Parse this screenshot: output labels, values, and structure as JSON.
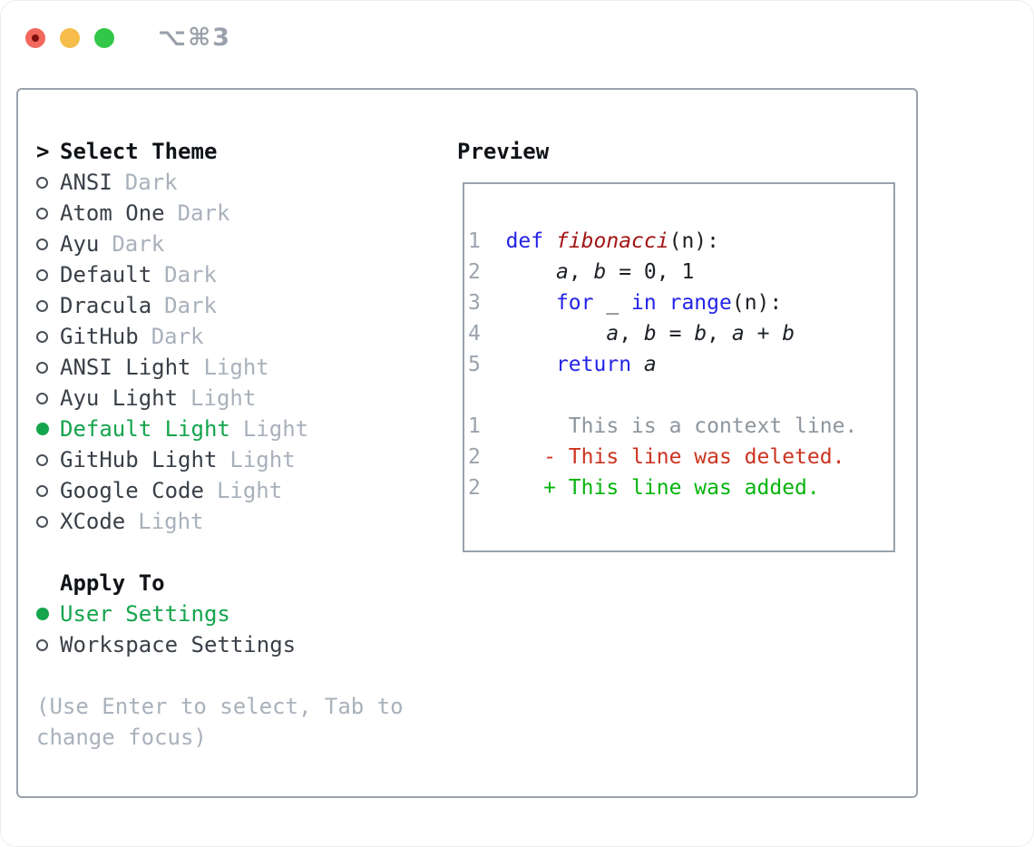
{
  "titlebar": {
    "shortcut": "⌥⌘3"
  },
  "panel": {
    "theme": {
      "cursor": ">",
      "header": "Select Theme",
      "items": [
        {
          "name": "ANSI",
          "tag": "Dark",
          "selected": false
        },
        {
          "name": "Atom One",
          "tag": "Dark",
          "selected": false
        },
        {
          "name": "Ayu",
          "tag": "Dark",
          "selected": false
        },
        {
          "name": "Default",
          "tag": "Dark",
          "selected": false
        },
        {
          "name": "Dracula",
          "tag": "Dark",
          "selected": false
        },
        {
          "name": "GitHub",
          "tag": "Dark",
          "selected": false
        },
        {
          "name": "ANSI Light",
          "tag": "Light",
          "selected": false
        },
        {
          "name": "Ayu Light",
          "tag": "Light",
          "selected": false
        },
        {
          "name": "Default Light",
          "tag": "Light",
          "selected": true
        },
        {
          "name": "GitHub Light",
          "tag": "Light",
          "selected": false
        },
        {
          "name": "Google Code",
          "tag": "Light",
          "selected": false
        },
        {
          "name": "XCode",
          "tag": "Light",
          "selected": false
        }
      ]
    },
    "apply_to": {
      "header": "Apply To",
      "items": [
        {
          "name": "User Settings",
          "selected": true
        },
        {
          "name": "Workspace Settings",
          "selected": false
        }
      ]
    },
    "hint_lines": [
      "(Use Enter to select, Tab to",
      "change focus)"
    ]
  },
  "preview": {
    "title": "Preview",
    "lines": [
      {
        "segments": [
          {
            "t": "1",
            "s": "ln"
          },
          {
            "t": "  ",
            "s": "pl"
          },
          {
            "t": "def",
            "s": "kw"
          },
          {
            "t": " ",
            "s": "pl"
          },
          {
            "t": "fibonacci",
            "s": "fn"
          },
          {
            "t": "(n):",
            "s": "pl"
          }
        ]
      },
      {
        "segments": [
          {
            "t": "2",
            "s": "ln"
          },
          {
            "t": "  ",
            "s": "pl"
          },
          {
            "t": "    ",
            "s": "pl"
          },
          {
            "t": "a",
            "s": "var"
          },
          {
            "t": ", ",
            "s": "pl"
          },
          {
            "t": "b",
            "s": "var"
          },
          {
            "t": " = 0, 1",
            "s": "pl"
          }
        ]
      },
      {
        "segments": [
          {
            "t": "3",
            "s": "ln"
          },
          {
            "t": "  ",
            "s": "pl"
          },
          {
            "t": "    ",
            "s": "pl"
          },
          {
            "t": "for",
            "s": "kw"
          },
          {
            "t": " _ ",
            "s": "pl"
          },
          {
            "t": "in",
            "s": "kw"
          },
          {
            "t": " ",
            "s": "pl"
          },
          {
            "t": "range",
            "s": "kw"
          },
          {
            "t": "(n):",
            "s": "pl"
          }
        ]
      },
      {
        "segments": [
          {
            "t": "4",
            "s": "ln"
          },
          {
            "t": "  ",
            "s": "pl"
          },
          {
            "t": "        ",
            "s": "pl"
          },
          {
            "t": "a",
            "s": "var"
          },
          {
            "t": ", ",
            "s": "pl"
          },
          {
            "t": "b",
            "s": "var"
          },
          {
            "t": " = ",
            "s": "pl"
          },
          {
            "t": "b",
            "s": "var"
          },
          {
            "t": ", ",
            "s": "pl"
          },
          {
            "t": "a",
            "s": "var"
          },
          {
            "t": " + ",
            "s": "pl"
          },
          {
            "t": "b",
            "s": "var"
          }
        ]
      },
      {
        "segments": [
          {
            "t": "5",
            "s": "ln"
          },
          {
            "t": "  ",
            "s": "pl"
          },
          {
            "t": "    ",
            "s": "pl"
          },
          {
            "t": "return",
            "s": "kw"
          },
          {
            "t": " ",
            "s": "pl"
          },
          {
            "t": "a",
            "s": "var"
          }
        ]
      },
      {
        "segments": []
      },
      {
        "segments": [
          {
            "t": "1",
            "s": "ln"
          },
          {
            "t": "  ",
            "s": "pl"
          },
          {
            "t": "     This is a context line.",
            "s": "ctx"
          }
        ]
      },
      {
        "segments": [
          {
            "t": "2",
            "s": "ln"
          },
          {
            "t": "  ",
            "s": "pl"
          },
          {
            "t": "   - This line was deleted.",
            "s": "del"
          }
        ]
      },
      {
        "segments": [
          {
            "t": "2",
            "s": "ln"
          },
          {
            "t": "  ",
            "s": "pl"
          },
          {
            "t": "   + This line was added.",
            "s": "add"
          }
        ]
      }
    ]
  },
  "palette": {
    "border": "#9aa3ad",
    "muted": "#a9b1bc",
    "item_text": "#3a4048",
    "selected_green": "#14a44c",
    "line_number": "#9aa3ae",
    "context_gray": "#8d959d",
    "keyword_blue": "#2323e8",
    "function_red": "#a31515",
    "deleted_red": "#cc3320",
    "added_green": "#06b40e"
  }
}
